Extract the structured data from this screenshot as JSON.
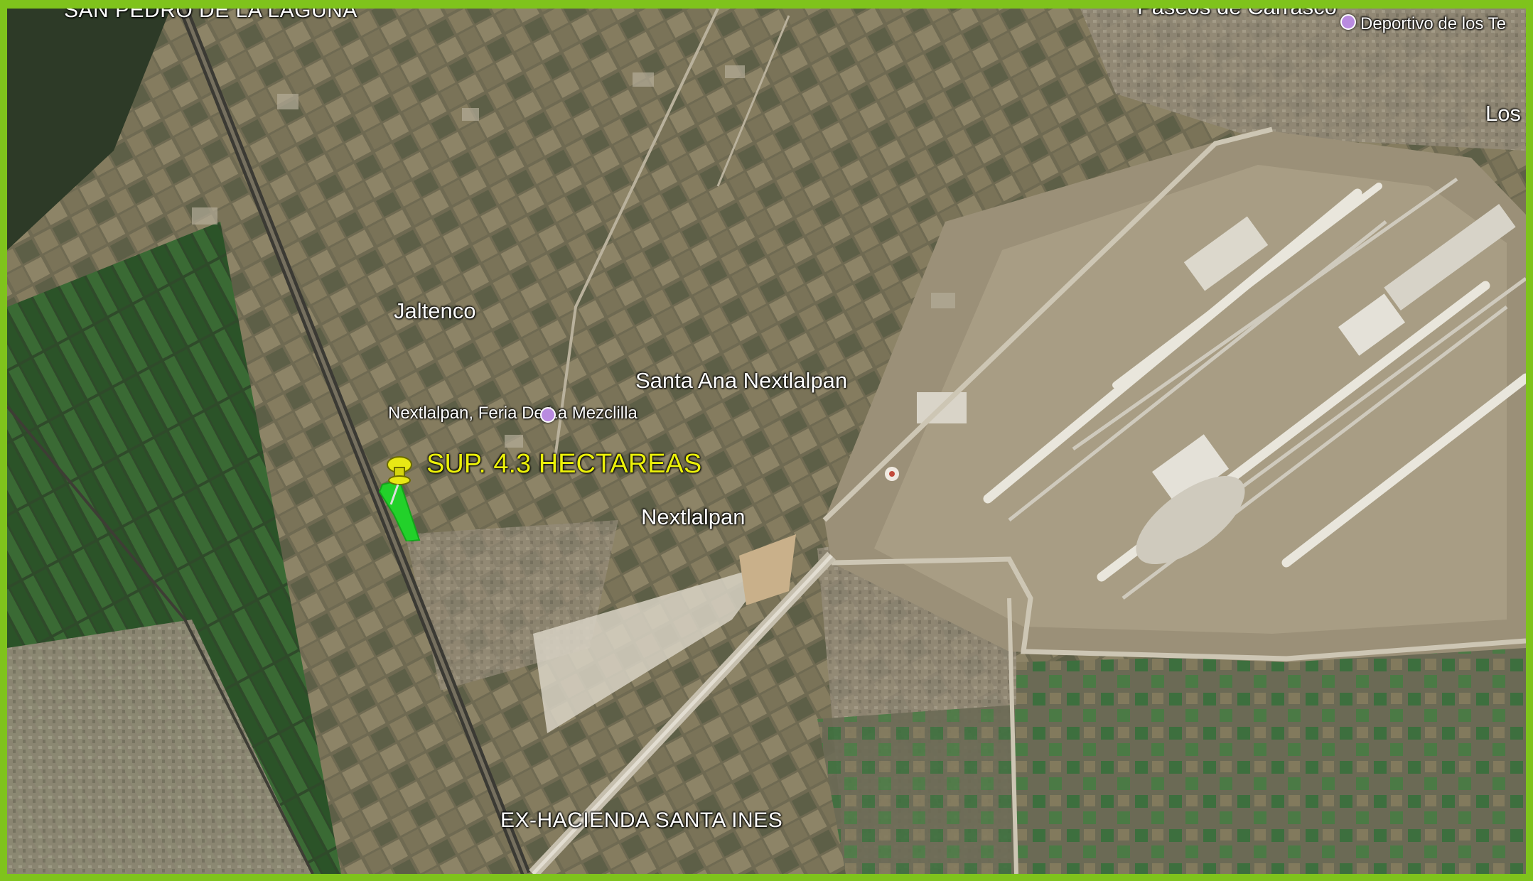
{
  "labels": {
    "top_left": "SAN PEDRO DE LA LAGUNA",
    "top_center": "Paseos de Carrasco",
    "top_right": "Deportivo de los Te",
    "right_edge": "Los F",
    "jaltenco": "Jaltenco",
    "santa_ana": "Santa Ana Nextlalpan",
    "feria": "Nextlalpan, Feria De La Mezclilla",
    "parcel_note": "SUP. 4.3 HECTAREAS",
    "nextlalpan": "Nextlalpan",
    "ex_hacienda": "EX-HACIENDA SANTA INES"
  },
  "colors": {
    "frame": "#7fc31c",
    "pin": "#e8e815",
    "parcel": "#22d12a",
    "label_text": "#ffffff",
    "highlight_text": "#ecf10a",
    "poi_dot": "#b98be0"
  },
  "icons": {
    "pin": "pushpin-icon",
    "poi": "poi-dot-icon"
  }
}
